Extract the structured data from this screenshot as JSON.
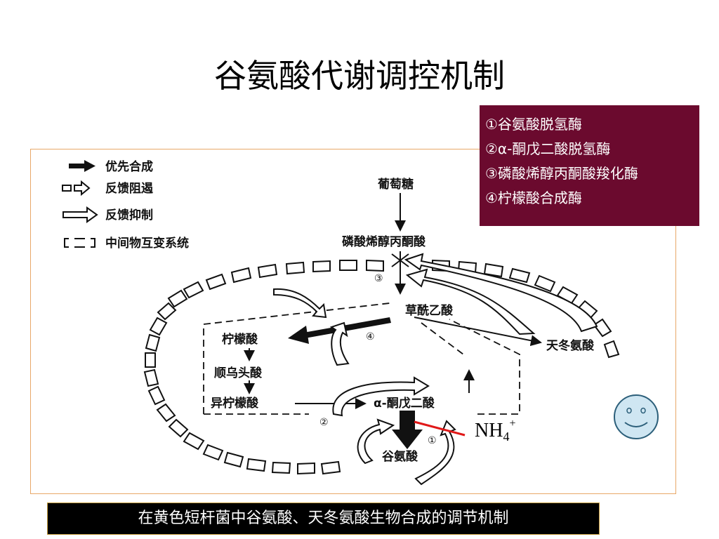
{
  "title": "谷氨酸代谢调控机制",
  "enzymes": [
    "①谷氨酸脱氢酶",
    "②α-酮戊二酸脱氢酶",
    "③磷酸烯醇丙酮酸羧化酶",
    "④柠檬酸合成酶"
  ],
  "legend": {
    "priority_synthesis": "优先合成",
    "feedback_repression": "反馈阻遏",
    "feedback_inhibition": "反馈抑制",
    "intermediate_interconversion": "中间物互变系统"
  },
  "metabolites": {
    "glucose": "葡萄糖",
    "pep": "磷酸烯醇丙酮酸",
    "oxaloacetate": "草酰乙酸",
    "citrate": "柠檬酸",
    "cis_aconitate": "顺乌头酸",
    "isocitrate": "异柠檬酸",
    "akg": "α-酮戊二酸",
    "glutamate": "谷氨酸",
    "aspartate": "天冬氨酸"
  },
  "markers": {
    "m1": "①",
    "m2": "②",
    "m3": "③",
    "m4": "④"
  },
  "nh4": {
    "base": "NH",
    "sub": "4",
    "sup": "+"
  },
  "caption": "在黄色短杆菌中谷氨酸、天冬氨酸生物合成的调节机制"
}
